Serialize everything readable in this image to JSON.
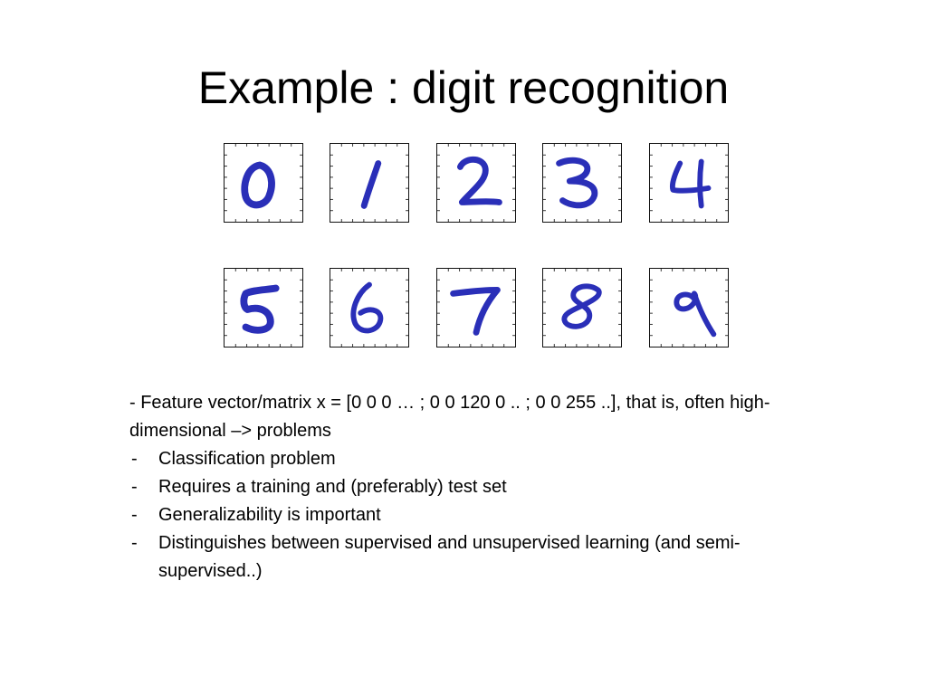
{
  "slide": {
    "title": "Example : digit recognition",
    "accent_color": "#2a2fb8"
  },
  "digits": {
    "row1": [
      "0",
      "1",
      "2",
      "3",
      "4"
    ],
    "row2": [
      "5",
      "6",
      "7",
      "8",
      "9"
    ]
  },
  "body": {
    "intro": "- Feature vector/matrix x = [0 0 0 … ; 0 0 120 0 .. ; 0 0 255 ..], that is, often high-dimensional –> problems",
    "bullet_marker": "-",
    "bullets": [
      "Classification problem",
      "Requires  a training and (preferably) test set",
      "Generalizability is important",
      "Distinguishes between supervised and unsupervised learning (and semi-supervised..)"
    ]
  }
}
